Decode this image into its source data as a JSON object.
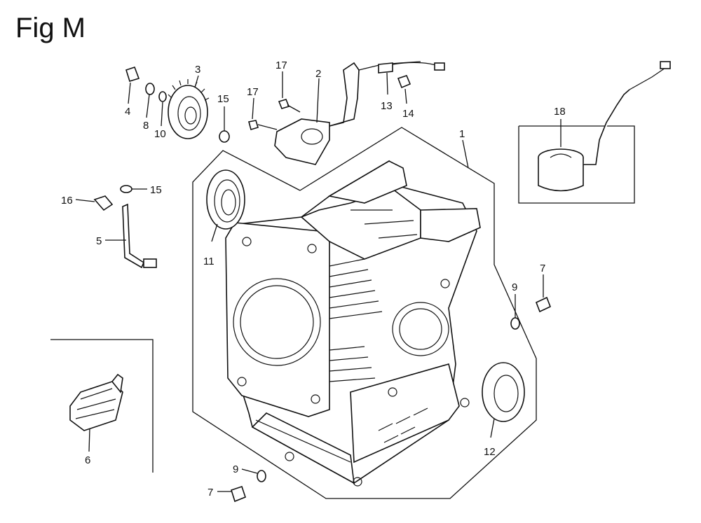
{
  "title": "Fig M",
  "callouts": {
    "c1": "1",
    "c2": "2",
    "c3": "3",
    "c4": "4",
    "c5": "5",
    "c6": "6",
    "c7a": "7",
    "c7b": "7",
    "c8": "8",
    "c9a": "9",
    "c9b": "9",
    "c10": "10",
    "c11": "11",
    "c12": "12",
    "c13": "13",
    "c14": "14",
    "c15a": "15",
    "c15b": "15",
    "c16": "16",
    "c17a": "17",
    "c17b": "17",
    "c18": "18"
  }
}
